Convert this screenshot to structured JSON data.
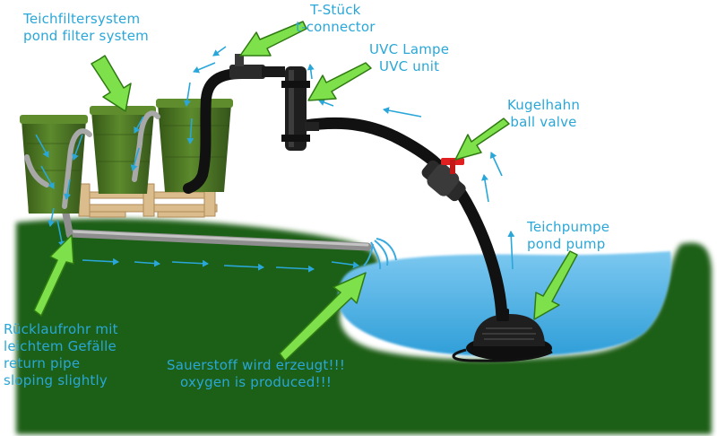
{
  "labels": {
    "filter_system": {
      "de": "Teichfiltersystem",
      "en": "pond filter system"
    },
    "t_piece": {
      "de": "T-Stück",
      "en": "t-connector"
    },
    "uvc": {
      "de": "UVC Lampe",
      "en": "UVC unit"
    },
    "ball_valve": {
      "de": "Kugelhahn",
      "en": "ball valve"
    },
    "pond_pump": {
      "de": "Teichpumpe",
      "en": "pond pump"
    },
    "return_pipe": {
      "de1": "Rücklaufrohr mit",
      "de2": "leichtem Gefälle",
      "en1": "return pipe",
      "en2": "sloping slightly"
    },
    "oxygen": {
      "de": "Sauerstoff wird erzeugt!!!",
      "en": "oxygen is produced!!!"
    }
  },
  "colors": {
    "label_text": "#2aa7d8",
    "pointer_arrow": "#7ee04a",
    "flow_arrow": "#2aa7d8",
    "ground": "#1f5e14",
    "water": "#3aa9e0",
    "hose": "#111111",
    "return_pipe": "#9a9a9a",
    "filter_barrel": "#4e7a25",
    "pallet": "#d9b98a",
    "valve_handle": "#e02020"
  }
}
